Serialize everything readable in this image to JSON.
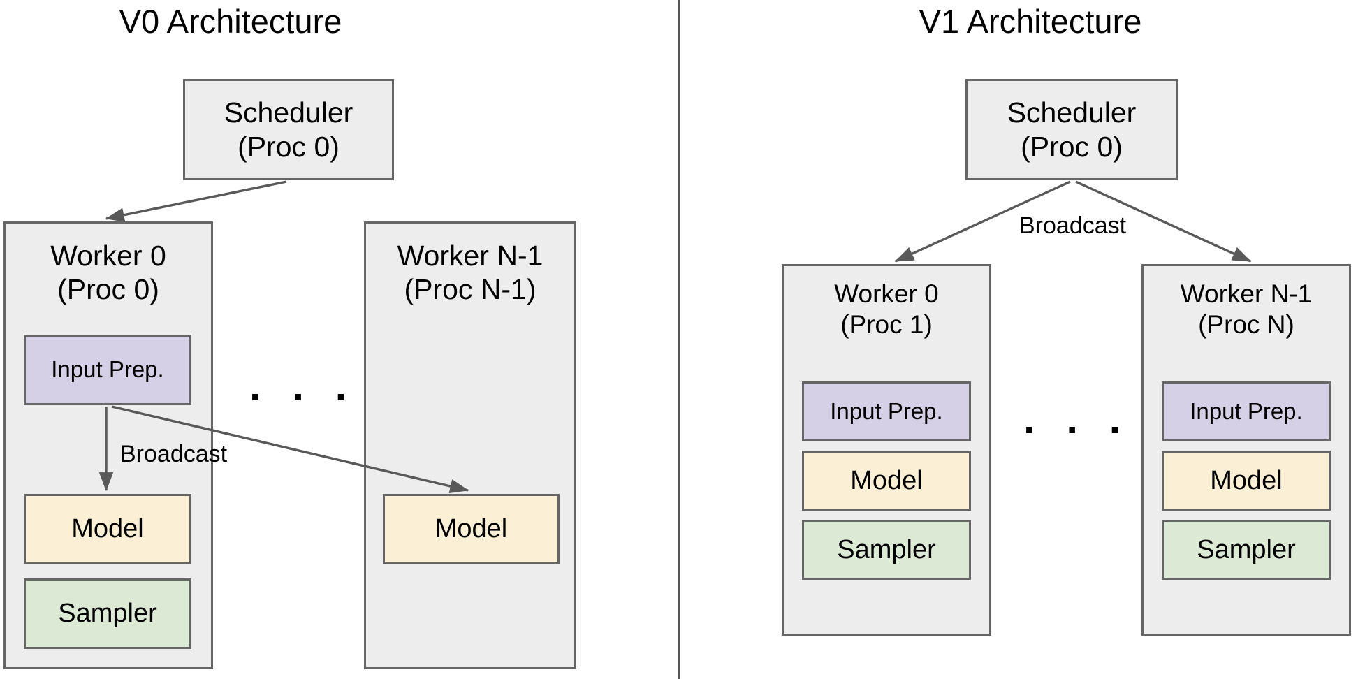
{
  "figure": {
    "divider_color": "#555555",
    "palette": {
      "container_fill": "#ededed",
      "input_prep_fill": "#d5d0e5",
      "model_fill": "#fbf0d5",
      "sampler_fill": "#dce9d5",
      "stroke": "#666666",
      "text": "#000000"
    }
  },
  "v0": {
    "title": "V0 Architecture",
    "scheduler": {
      "label": "Scheduler\n(Proc 0)"
    },
    "worker0": {
      "title": "Worker 0\n(Proc 0)",
      "blocks": [
        {
          "name": "input-prep",
          "label": "Input Prep."
        },
        {
          "name": "model",
          "label": "Model"
        },
        {
          "name": "sampler",
          "label": "Sampler"
        }
      ]
    },
    "worker_n": {
      "title": "Worker N-1\n(Proc N-1)",
      "blocks": [
        {
          "name": "model",
          "label": "Model"
        }
      ]
    },
    "ellipsis": ". . .",
    "edges": [
      {
        "name": "scheduler-to-worker0",
        "label": ""
      },
      {
        "name": "input-prep-to-model-local",
        "label": "Broadcast"
      },
      {
        "name": "input-prep-to-model-remote",
        "label": ""
      }
    ],
    "broadcast_label": "Broadcast"
  },
  "v1": {
    "title": "V1 Architecture",
    "scheduler": {
      "label": "Scheduler\n(Proc 0)"
    },
    "worker0": {
      "title": "Worker 0\n(Proc 1)",
      "blocks": [
        {
          "name": "input-prep",
          "label": "Input Prep."
        },
        {
          "name": "model",
          "label": "Model"
        },
        {
          "name": "sampler",
          "label": "Sampler"
        }
      ]
    },
    "worker_n": {
      "title": "Worker N-1\n(Proc N)",
      "blocks": [
        {
          "name": "input-prep",
          "label": "Input Prep."
        },
        {
          "name": "model",
          "label": "Model"
        },
        {
          "name": "sampler",
          "label": "Sampler"
        }
      ]
    },
    "ellipsis": ". . .",
    "broadcast_label": "Broadcast"
  }
}
